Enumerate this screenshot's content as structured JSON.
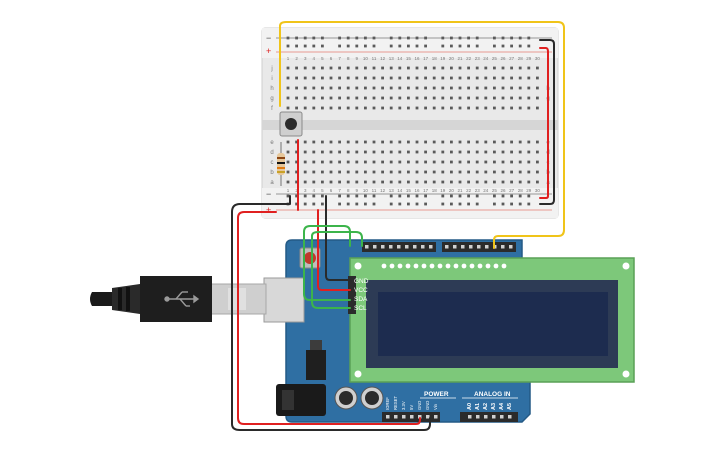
{
  "breadboard": {
    "rail_minus": "−",
    "rail_plus": "+",
    "rows_top": [
      "j",
      "i",
      "h",
      "g",
      "f"
    ],
    "rows_bottom": [
      "e",
      "d",
      "c",
      "b",
      "a"
    ],
    "columns": [
      "1",
      "2",
      "3",
      "4",
      "5",
      "6",
      "7",
      "8",
      "9",
      "10",
      "11",
      "12",
      "13",
      "14",
      "15",
      "16",
      "17",
      "18",
      "19",
      "20",
      "21",
      "22",
      "23",
      "24",
      "25",
      "26",
      "27",
      "28",
      "29",
      "30"
    ]
  },
  "lcd_module": {
    "pins": [
      "GND",
      "VCC",
      "SDA",
      "SCL"
    ]
  },
  "arduino": {
    "power_label": "POWER",
    "analog_label": "ANALOG IN",
    "power_pins": [
      "IOREF",
      "RESET",
      "3.3V",
      "5V",
      "GND",
      "GND",
      "Vin"
    ],
    "analog_pins": [
      "A0",
      "A1",
      "A2",
      "A3",
      "A4",
      "A5"
    ]
  },
  "colors": {
    "wire_red": "#e02020",
    "wire_black": "#2a2a2a",
    "wire_yellow": "#f0c419",
    "wire_green": "#3cb44b",
    "board_blue": "#2f6fa3",
    "lcd_green": "#7dc87a",
    "lcd_screen": "#1d2c4f"
  }
}
